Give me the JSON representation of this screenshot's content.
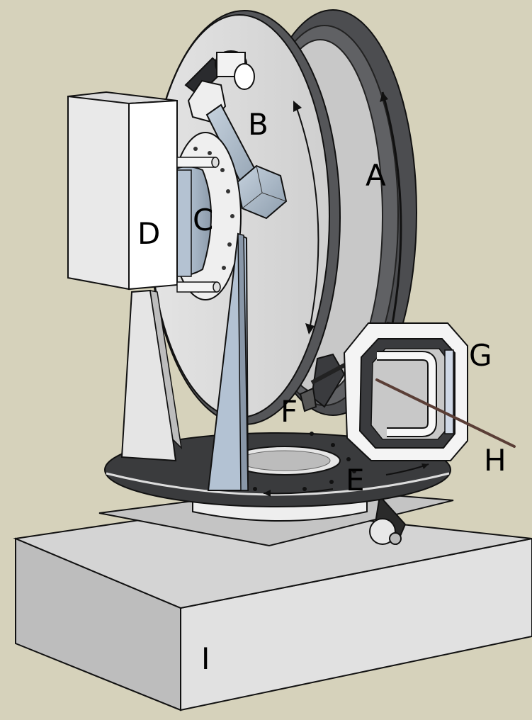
{
  "background_color": "#d6d2bb",
  "labels": {
    "A": "A",
    "B": "B",
    "C": "C",
    "D": "D",
    "E": "E",
    "F": "F",
    "G": "G",
    "H": "H",
    "I": "I"
  }
}
